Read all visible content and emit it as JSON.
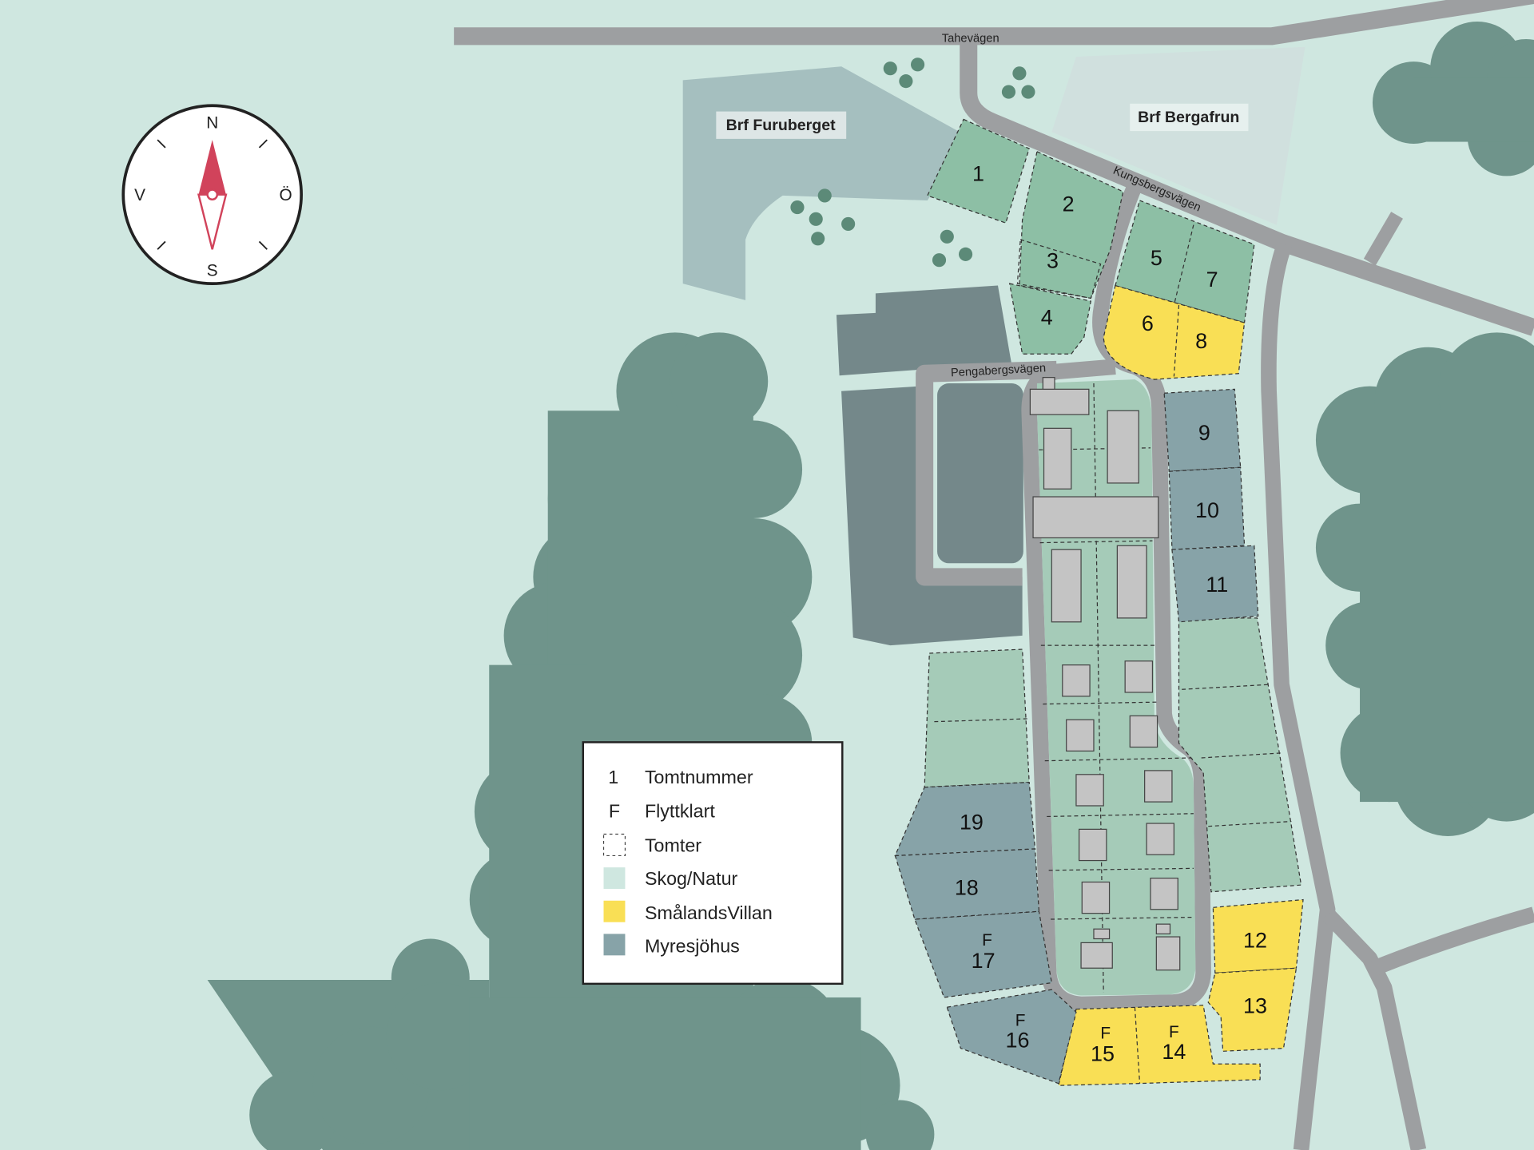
{
  "map": {
    "roads": {
      "tahevagen": "Tahevägen",
      "kungsbergsvagen": "Kungsbergsvägen",
      "pengabergsvagen": "Pengabergsvägen"
    },
    "areas": {
      "furuberget": "Brf Furuberget",
      "bergafrun": "Brf Bergafrun"
    },
    "compass": {
      "n": "N",
      "s": "S",
      "e": "Ö",
      "w": "V"
    },
    "plots": {
      "1": {
        "label": "1",
        "type": "Skog/Natur"
      },
      "2": {
        "label": "2",
        "type": "Skog/Natur"
      },
      "3": {
        "label": "3",
        "type": "Skog/Natur"
      },
      "4": {
        "label": "4",
        "type": "Skog/Natur"
      },
      "5": {
        "label": "5",
        "type": "Skog/Natur"
      },
      "6": {
        "label": "6",
        "type": "SmålandsVillan"
      },
      "7": {
        "label": "7",
        "type": "Skog/Natur"
      },
      "8": {
        "label": "8",
        "type": "SmålandsVillan"
      },
      "9": {
        "label": "9",
        "type": "Myresjöhus"
      },
      "10": {
        "label": "10",
        "type": "Myresjöhus"
      },
      "11": {
        "label": "11",
        "type": "Myresjöhus"
      },
      "12": {
        "label": "12",
        "type": "SmålandsVillan"
      },
      "13": {
        "label": "13",
        "type": "SmålandsVillan"
      },
      "14": {
        "label": "14",
        "type": "SmålandsVillan",
        "flag": "F"
      },
      "15": {
        "label": "15",
        "type": "SmålandsVillan",
        "flag": "F"
      },
      "16": {
        "label": "16",
        "type": "Myresjöhus",
        "flag": "F"
      },
      "17": {
        "label": "17",
        "type": "Myresjöhus",
        "flag": "F"
      },
      "18": {
        "label": "18",
        "type": "Myresjöhus"
      },
      "19": {
        "label": "19",
        "type": "Myresjöhus"
      }
    }
  },
  "legend": {
    "items": [
      {
        "symbol": "1",
        "label": "Tomtnummer"
      },
      {
        "symbol": "F",
        "label": "Flyttklart"
      },
      {
        "symbol": "",
        "label": "Tomter"
      },
      {
        "symbol": "",
        "label": "Skog/Natur",
        "color": "#cfe7e0"
      },
      {
        "symbol": "",
        "label": "SmålandsVillan",
        "color": "#f9df55"
      },
      {
        "symbol": "",
        "label": "Myresjöhus",
        "color": "#87a3a8"
      }
    ]
  },
  "colors": {
    "background": "#cfe7e0",
    "road": "#9d9fa1",
    "forest": "#6f948b",
    "plot_green": "#8dbfa5",
    "smalandsvillan": "#f9df55",
    "myresjohus": "#87a3a8"
  }
}
